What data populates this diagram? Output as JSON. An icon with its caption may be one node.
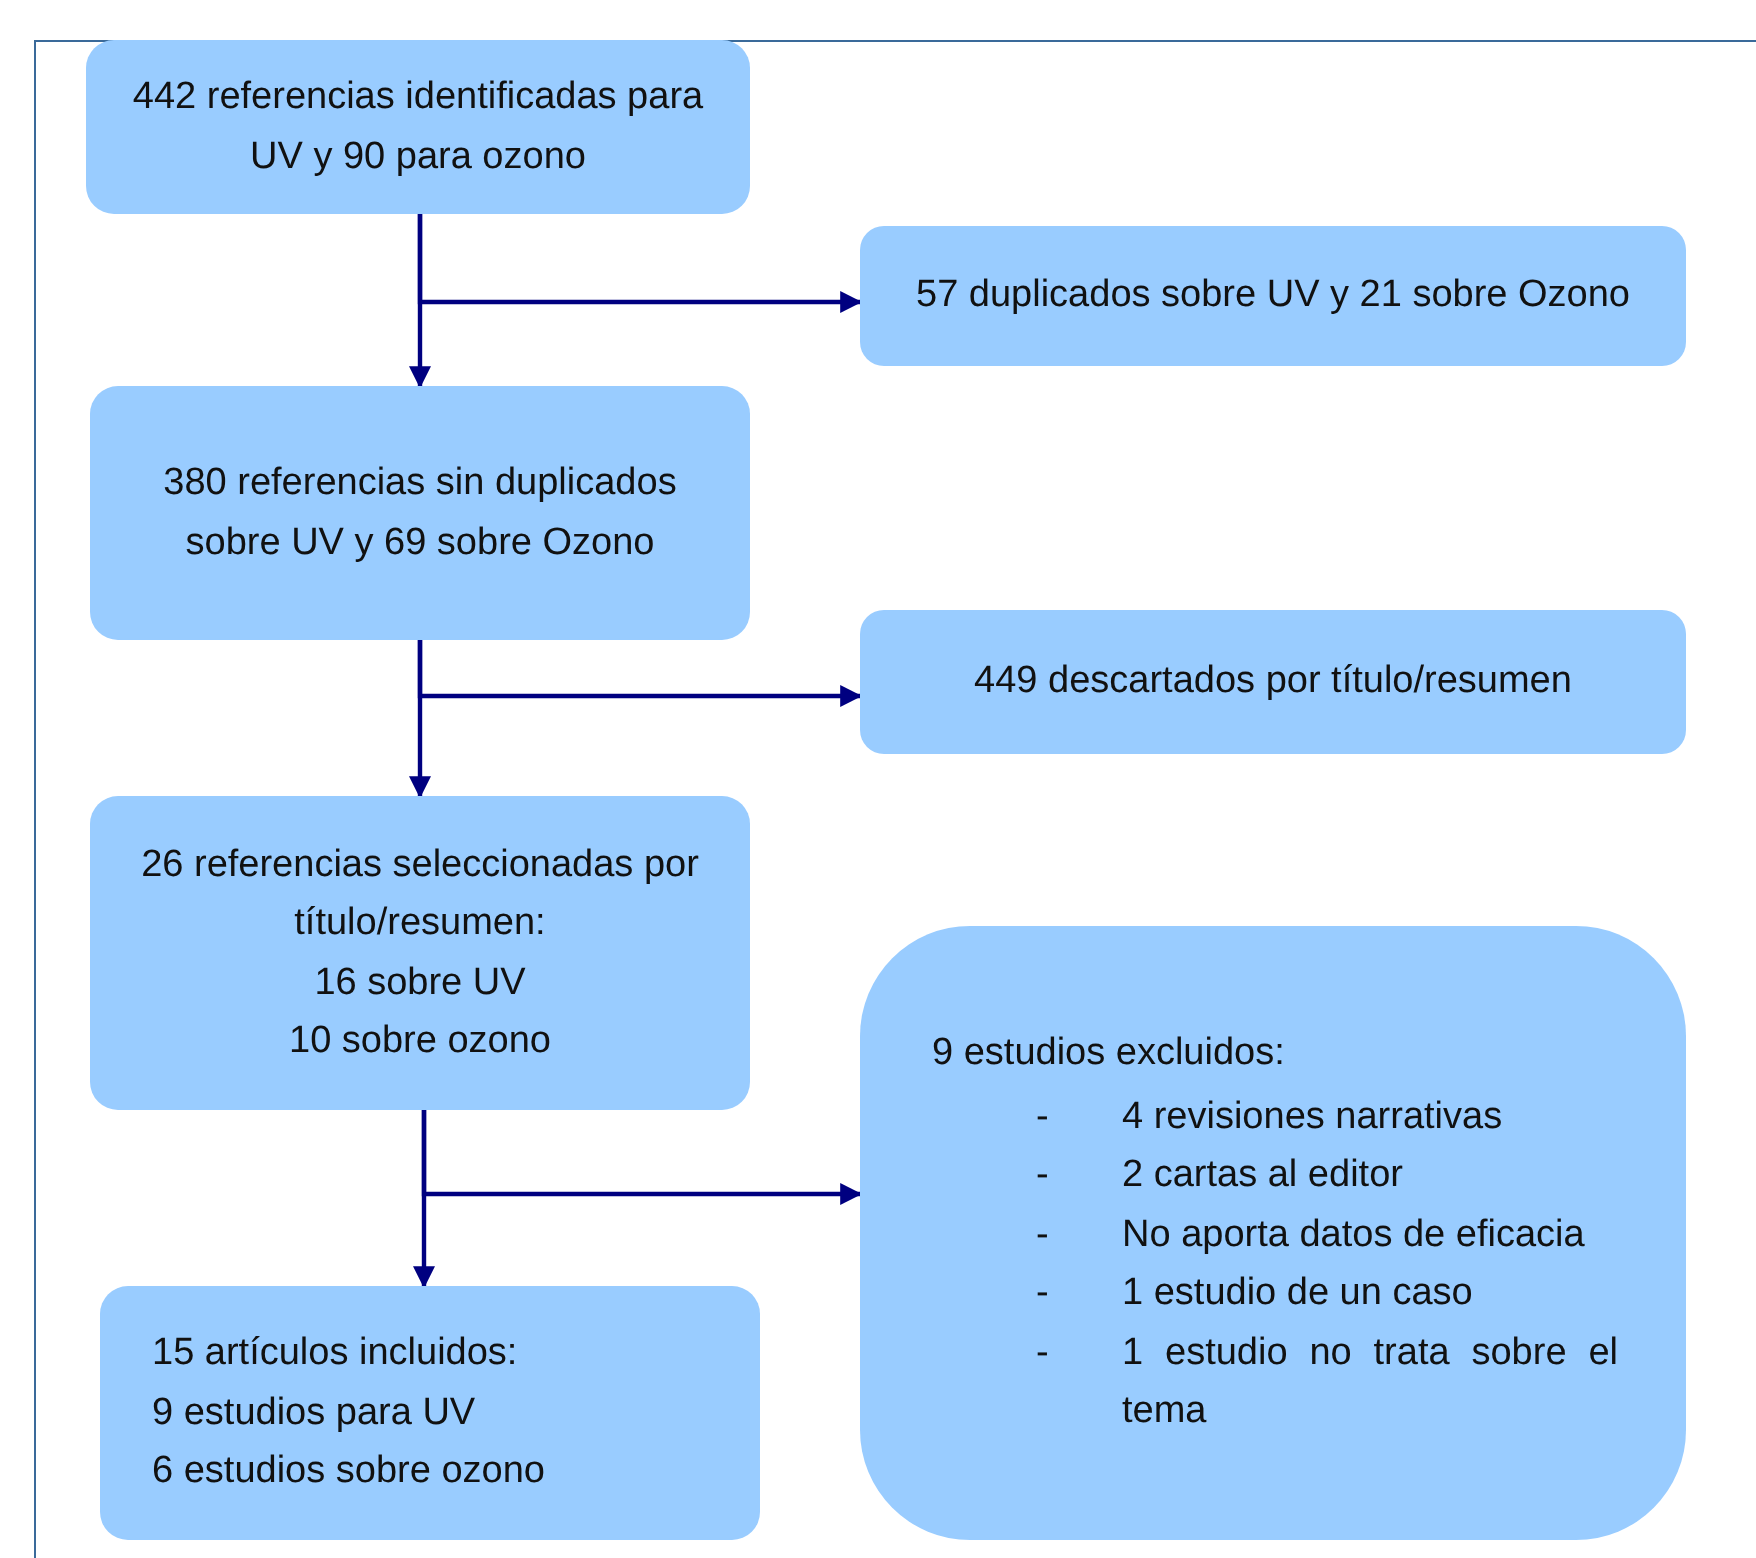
{
  "diagram": {
    "nodes": [
      {
        "text": [
          "442 referencias identificadas para UV y 90 para ozono"
        ]
      },
      {
        "text": [
          "57 duplicados sobre UV y 21 sobre Ozono"
        ]
      },
      {
        "text": [
          "380 referencias sin duplicados sobre UV y 69 sobre Ozono"
        ]
      },
      {
        "text": [
          "449 descartados por título/resumen"
        ]
      },
      {
        "text": [
          "26 referencias seleccionadas por título/resumen:",
          "16 sobre UV",
          "10 sobre ozono"
        ]
      },
      {
        "text": [
          "9 estudios excluidos:",
          "-",
          "4 revisiones narrativas",
          "-",
          "2 cartas al editor",
          "-",
          "No aporta datos de eficacia",
          "-",
          "1 estudio de un caso",
          "-",
          "1 estudio no trata sobre el tema"
        ]
      },
      {
        "text": [
          "15 artículos incluidos:",
          "9 estudios para UV",
          "6 estudios sobre ozono"
        ]
      }
    ],
    "edges": [
      {
        "from": 0,
        "to": 2,
        "arrow": "to"
      },
      {
        "from": 0,
        "to": 1,
        "arrow": "to"
      },
      {
        "from": 2,
        "to": 4,
        "arrow": "to"
      },
      {
        "from": 2,
        "to": 3,
        "arrow": "to"
      },
      {
        "from": 4,
        "to": 6,
        "arrow": "to"
      },
      {
        "from": 4,
        "to": 5,
        "arrow": "to"
      }
    ]
  }
}
